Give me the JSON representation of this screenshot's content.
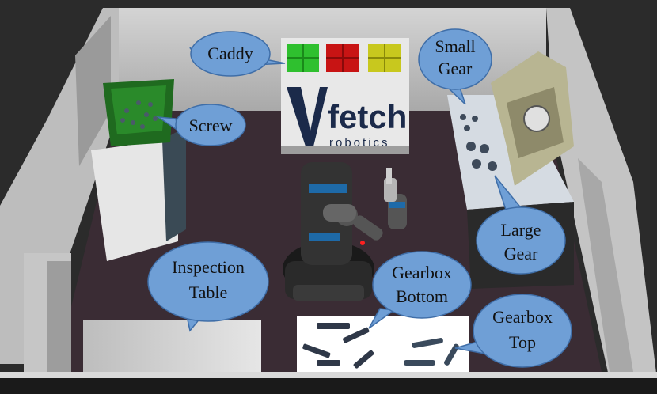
{
  "colors": {
    "floor": "#3a2c34",
    "wall": "#c9c9c9",
    "callout_fill": "#6f9fd6",
    "callout_stroke": "#3f6ea8",
    "caddy_green": "#2fc02f",
    "caddy_red": "#c81414",
    "caddy_yellow": "#c8c81e"
  },
  "logo": {
    "word": "fetch",
    "sub": "robotics"
  },
  "callouts": {
    "caddy": {
      "lines": [
        "Caddy"
      ]
    },
    "screw": {
      "lines": [
        "Screw"
      ]
    },
    "small_gear": {
      "lines": [
        "Small",
        "Gear"
      ]
    },
    "large_gear": {
      "lines": [
        "Large",
        "Gear"
      ]
    },
    "inspection_table": {
      "lines": [
        "Inspection",
        "Table"
      ]
    },
    "gearbox_bottom": {
      "lines": [
        "Gearbox",
        "Bottom"
      ]
    },
    "gearbox_top": {
      "lines": [
        "Gearbox",
        "Top"
      ]
    }
  }
}
